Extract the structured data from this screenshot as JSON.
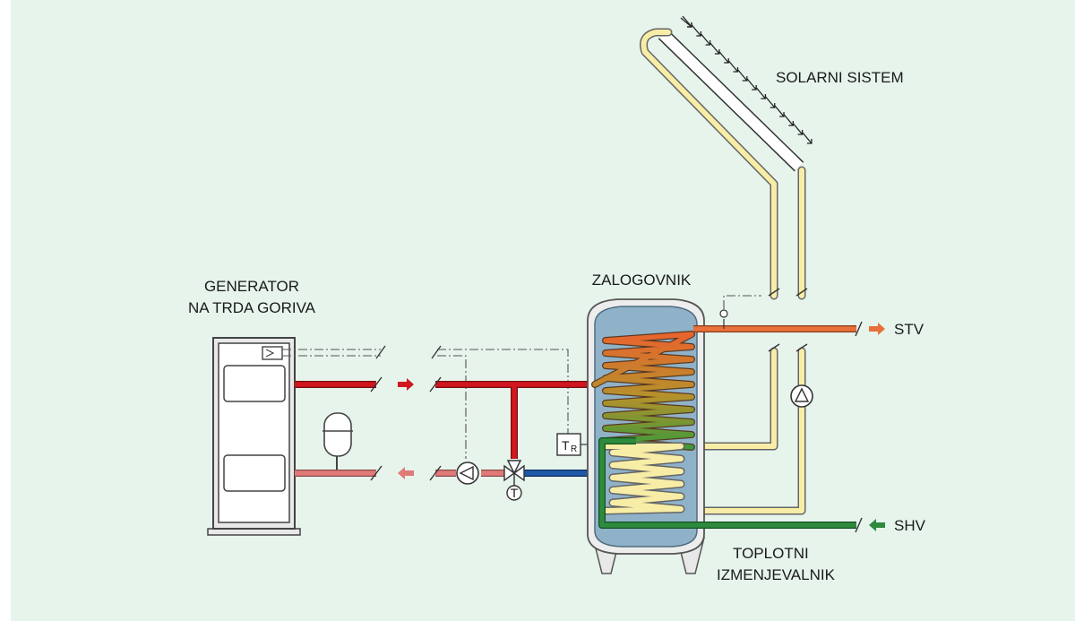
{
  "labels": {
    "generator_line1": "GENERATOR",
    "generator_line2": "NA TRDA GORIVA",
    "tank": "ZALOGOVNIK",
    "solar": "SOLARNI SISTEM",
    "stv": "STV",
    "shv": "SHV",
    "exchanger_line1": "TOPLOTNI",
    "exchanger_line2": "IZMENJEVALNIK",
    "controller_t": "T",
    "controller_r": "R",
    "mixer_t": "T"
  },
  "colors": {
    "background": "#e6f4ec",
    "supply_red": "#d0161f",
    "return_pink": "#e07a78",
    "cold_blue": "#1e59a8",
    "hot_orange": "#e8703a",
    "solar_yellow": "#f7eda6",
    "shv_green": "#2e8a3d",
    "tank_blue": "#8fb2c9"
  },
  "icons": [
    "expansion-vessel-icon",
    "pump-icon",
    "three-way-valve-icon",
    "sensor-icon",
    "arrow-icon"
  ]
}
